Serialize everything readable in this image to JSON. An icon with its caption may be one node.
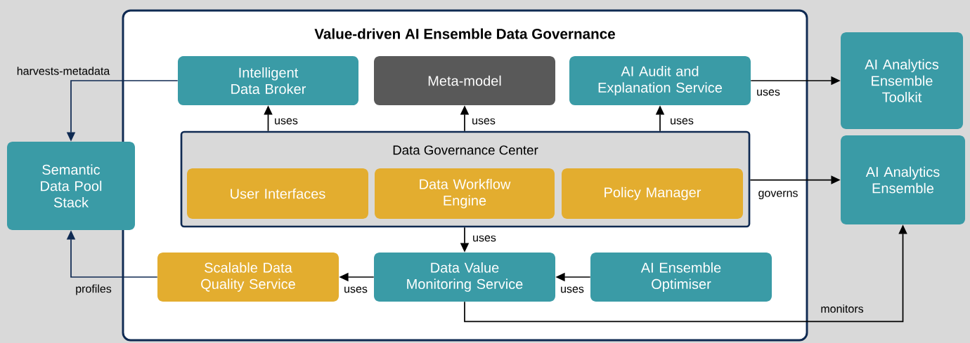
{
  "diagram": {
    "nodes": [
      {
        "text": [
          "Value-driven AI Ensemble Data Governance"
        ]
      },
      {
        "text": [
          "Intelligent Data Broker"
        ],
        "in": 0
      },
      {
        "text": [
          "Meta-model"
        ],
        "in": 0
      },
      {
        "text": [
          "AI Audit and Explanation Service"
        ],
        "in": 0
      },
      {
        "text": [
          "Data Governance Center"
        ],
        "in": 0
      },
      {
        "text": [
          "User Interfaces"
        ],
        "in": 4
      },
      {
        "text": [
          "Data Workflow Engine"
        ],
        "in": 4
      },
      {
        "text": [
          "Policy Manager"
        ],
        "in": 4
      },
      {
        "text": [
          "Scalable Data Quality Service"
        ],
        "in": 0
      },
      {
        "text": [
          "Data Value Monitoring Service"
        ],
        "in": 0
      },
      {
        "text": [
          "AI Ensemble Optimiser"
        ],
        "in": 0
      },
      {
        "text": [
          "Semantic Data Pool Stack"
        ]
      },
      {
        "text": [
          "AI Analytics Ensemble Toolkit"
        ]
      },
      {
        "text": [
          "AI Analytics Ensemble"
        ]
      }
    ],
    "edges": [
      {
        "from": 4,
        "to": 1,
        "arrow": "to",
        "label": "uses"
      },
      {
        "from": 4,
        "to": 2,
        "arrow": "to",
        "label": "uses"
      },
      {
        "from": 4,
        "to": 3,
        "arrow": "to",
        "label": "uses"
      },
      {
        "from": 4,
        "to": 9,
        "arrow": "to",
        "label": "uses"
      },
      {
        "from": 9,
        "to": 8,
        "arrow": "to",
        "label": "uses"
      },
      {
        "from": 10,
        "to": 9,
        "arrow": "to",
        "label": "uses"
      },
      {
        "from": 1,
        "to": 11,
        "arrow": "to",
        "label": "harvests-metadata",
        "color": "#0f2a52"
      },
      {
        "from": 8,
        "to": 11,
        "arrow": "to",
        "label": "profiles",
        "color": "#0f2a52"
      },
      {
        "from": 3,
        "to": 12,
        "arrow": "to",
        "label": "uses"
      },
      {
        "from": 4,
        "to": 13,
        "arrow": "to",
        "label": "governs"
      },
      {
        "from": 9,
        "to": 13,
        "arrow": "to",
        "label": "monitors"
      }
    ]
  }
}
